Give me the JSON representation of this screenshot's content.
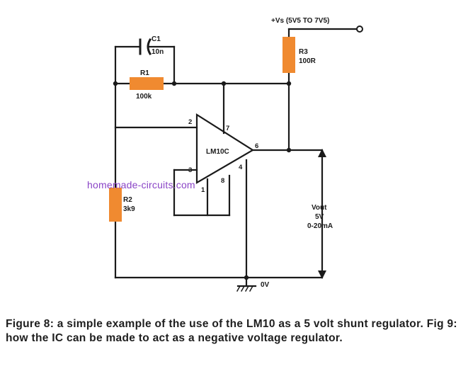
{
  "supply": {
    "label": "+Vs (5V5 TO 7V5)"
  },
  "components": {
    "c1": {
      "ref": "C1",
      "value": "10n"
    },
    "r1": {
      "ref": "R1",
      "value": "100k"
    },
    "r2": {
      "ref": "R2",
      "value": "3k9"
    },
    "r3": {
      "ref": "R3",
      "value": "100R"
    },
    "ic": {
      "ref": "LM10C"
    }
  },
  "pins": {
    "p2": "2",
    "p3": "3",
    "p7": "7",
    "p6": "6",
    "p4": "4",
    "p1": "1",
    "p8": "8"
  },
  "output": {
    "line1": "Vout",
    "line2": "5V",
    "line3": "0-20mA"
  },
  "ground": {
    "label": "0V"
  },
  "watermark": "homemade-circuits.com",
  "caption": "Figure 8: a simple example of the use of the LM10 as a 5 volt shunt regulator. Fig 9: how the IC can be made to act as a negative voltage regulator.",
  "colors": {
    "resistor": "#f08a30",
    "wire": "#1a1a1a",
    "watermark": "#8a44c6"
  }
}
